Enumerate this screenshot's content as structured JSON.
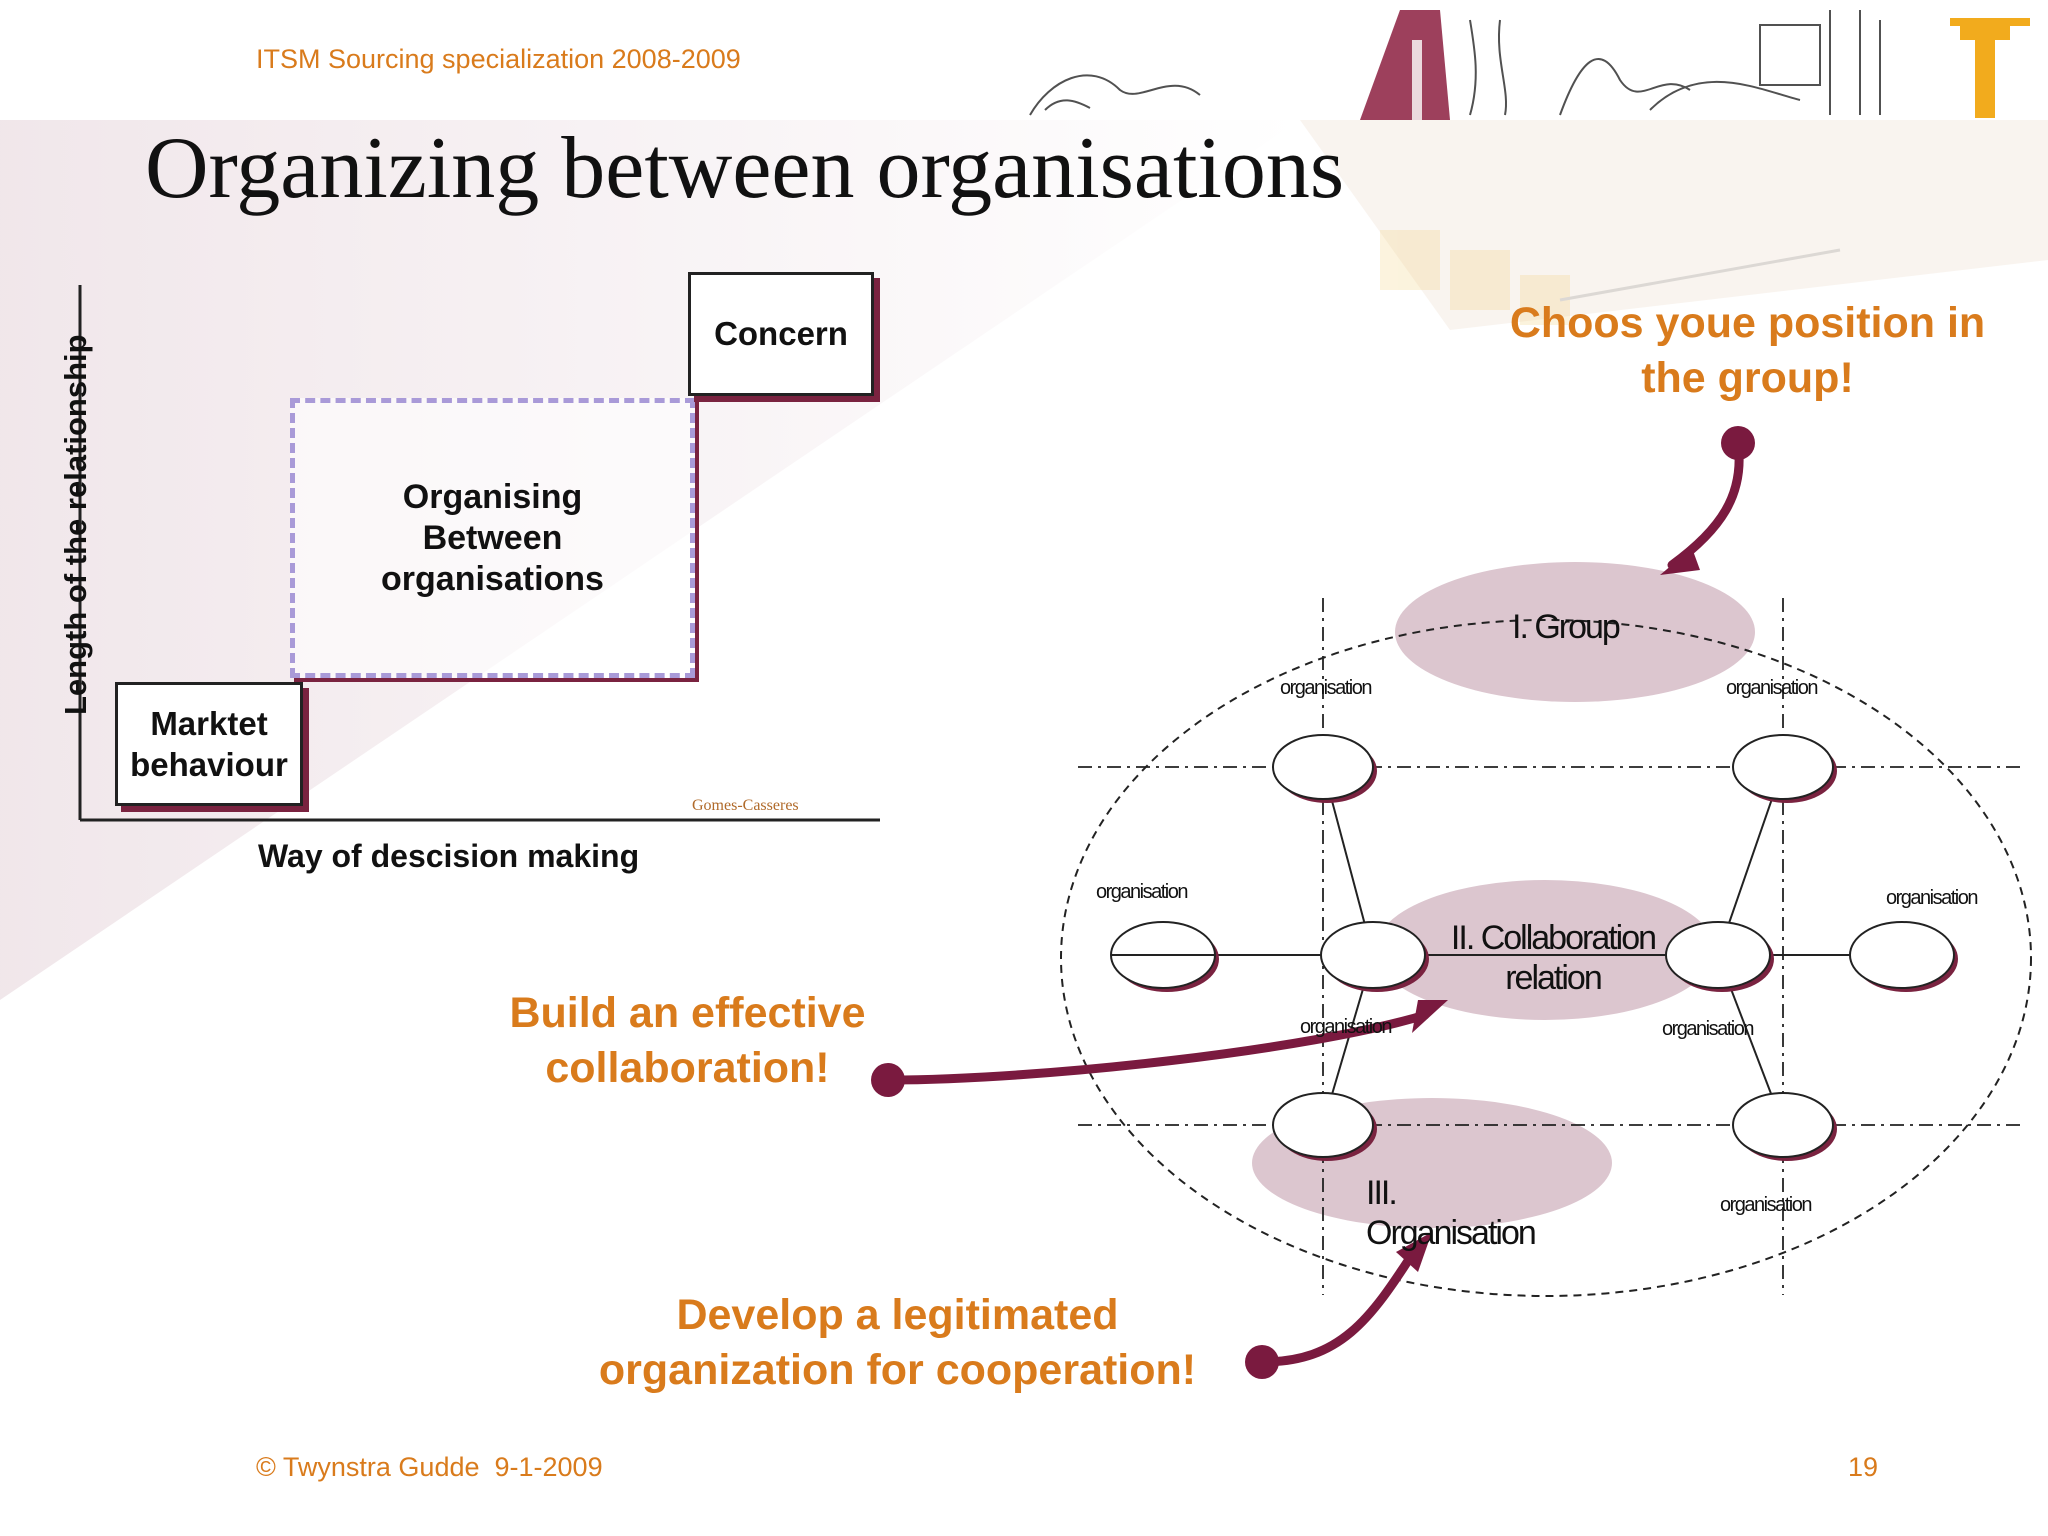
{
  "header": {
    "course": "ITSM Sourcing specialization 2008-2009"
  },
  "title": "Organizing between organisations",
  "left_diagram": {
    "y_axis_label": "Length of the relationship",
    "x_axis_label": "Way of descision making",
    "boxes": {
      "market": "Marktet behaviour",
      "between": "Organising Between organisations",
      "concern": "Concern"
    },
    "citation": "Gomes-Casseres"
  },
  "callouts": {
    "position": "Choos youe position in the group!",
    "collaboration": "Build an effective collaboration!",
    "organization": "Develop a legitimated organization for cooperation!"
  },
  "right_diagram": {
    "zones": {
      "group": "I. Group",
      "collaboration": "II. Collaboration relation",
      "organisation": "III. Organisation"
    },
    "node_label": "organisation"
  },
  "colors": {
    "accent": "#d97b1c",
    "arrow": "#7a1a3f",
    "zone": "#dcc6cf"
  },
  "footer": {
    "copyright": "© Twynstra Gudde  9-1-2009",
    "page": "19"
  }
}
